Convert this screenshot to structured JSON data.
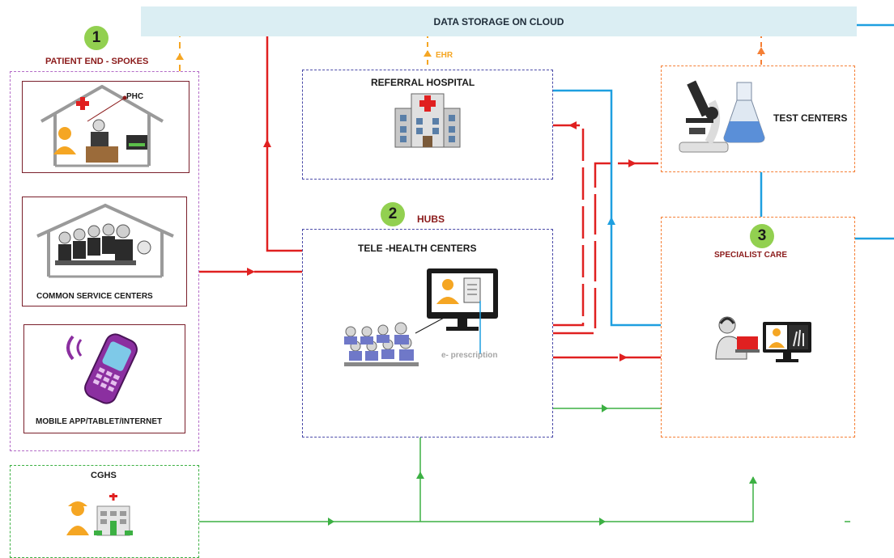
{
  "cloud": {
    "label": "DATA STORAGE ON CLOUD"
  },
  "spokes": {
    "number": "1",
    "title": "PATIENT END - SPOKES",
    "items": [
      {
        "label": "PHC"
      },
      {
        "label": "COMMON SERVICE CENTERS"
      },
      {
        "label": "MOBILE APP/TABLET/INTERNET"
      }
    ]
  },
  "referral": {
    "label": "REFERRAL HOSPITAL",
    "ehr_label": "EHR"
  },
  "hubs": {
    "number": "2",
    "title": "HUBS",
    "center_label": "TELE -HEALTH CENTERS",
    "eprescription": "e- prescription"
  },
  "test_centers": {
    "label": "TEST CENTERS"
  },
  "specialist": {
    "number": "3",
    "title": "SPECIALIST CARE"
  },
  "cghs": {
    "label": "CGHS"
  },
  "colors": {
    "red": "#e02020",
    "blue": "#1e9fe0",
    "green": "#3cb043",
    "orange": "#f5a623",
    "purple": "#b36bc7",
    "navy": "#4a4aa8",
    "badge": "#92d050",
    "maroon": "#8b1a1a"
  },
  "icons": [
    "phc-clinic-icon",
    "service-center-icon",
    "mobile-phone-icon",
    "hospital-icon",
    "microscope-icon",
    "flask-icon",
    "telehealth-monitor-icon",
    "doctor-icon",
    "xray-monitor-icon",
    "cghs-icon"
  ]
}
